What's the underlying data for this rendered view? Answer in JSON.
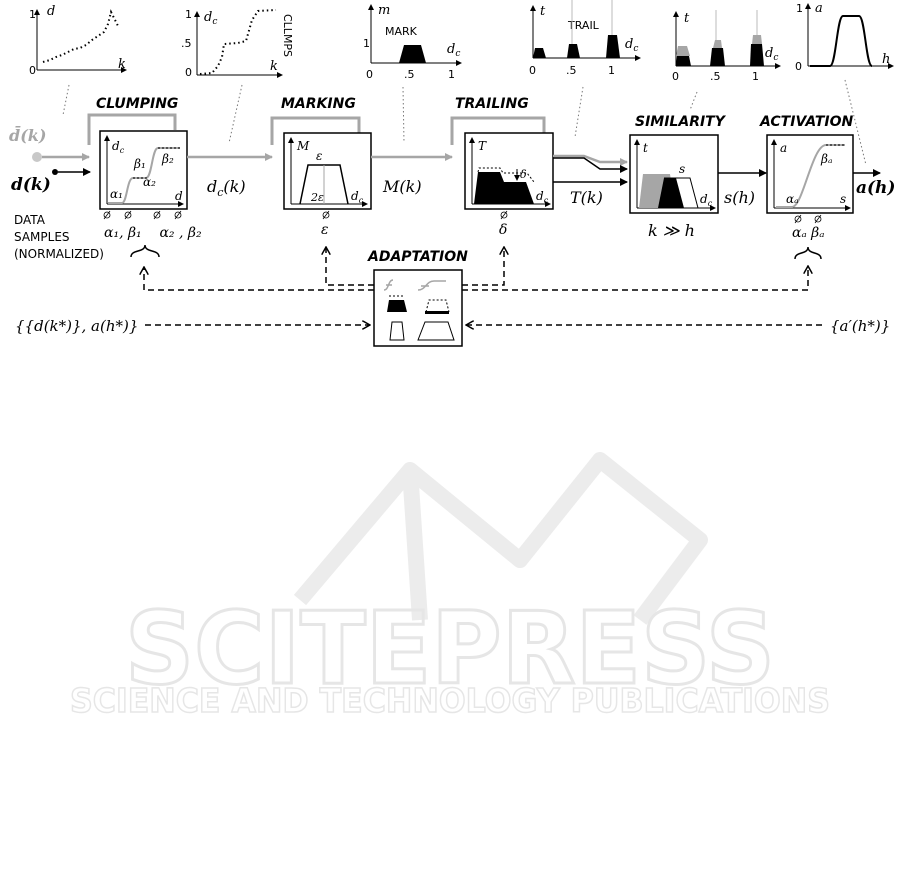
{
  "stages": {
    "clumping": "CLUMPING",
    "marking": "MARKING",
    "trailing": "TRAILING",
    "similarity": "SIMILARITY",
    "activation": "ACTIVATION",
    "adaptation": "ADAPTATION"
  },
  "signals": {
    "d_bar": "d̄(k)",
    "d": "d(k)",
    "dc": "d",
    "dc_sub": "c",
    "dc_arg": "(k)",
    "M": "M(k)",
    "T": "T(k)",
    "s": "s(h)",
    "a": "a(h)",
    "k_gg_h": "k ≫ h"
  },
  "data_samples": [
    "DATA",
    "SAMPLES",
    "(NORMALIZED)"
  ],
  "feedback": {
    "left": "{{d(k*)}, a(h*)}",
    "right": "{a′(h*)}"
  },
  "params": {
    "clumping": "α₁, β₁    α₂ , β₂",
    "marking": "ε",
    "trailing": "δ",
    "activation": "αₐ βₐ"
  },
  "mini_plots": {
    "p1": {
      "y": "d",
      "x": "k",
      "one": "1",
      "zero": "0"
    },
    "p2": {
      "y": "d",
      "y_sub": "c",
      "x": "k",
      "one": "1",
      "half": ".5",
      "zero": "0",
      "label": "CLLMPS"
    },
    "p3": {
      "y": "m",
      "x": "d",
      "x_sub": "c",
      "label": "MARK",
      "ticks": [
        "0",
        ".5",
        "1"
      ],
      "one": "1"
    },
    "p4": {
      "y": "t",
      "x": "d",
      "x_sub": "c",
      "label": "TRAIL",
      "ticks": [
        "0",
        ".5",
        "1"
      ]
    },
    "p5": {
      "y": "t",
      "x": "d",
      "x_sub": "c",
      "ticks": [
        "0",
        ".5",
        "1"
      ]
    },
    "p6": {
      "y": "a",
      "x": "h",
      "one": "1",
      "zero": "0"
    }
  },
  "block_labels": {
    "clumping": {
      "y": "d",
      "y_sub": "c",
      "x": "d",
      "b1": "β₁",
      "b2": "β₂",
      "a1": "α₁",
      "a2": "α₂"
    },
    "marking": {
      "y": "M",
      "eps": "ε",
      "two_eps": "2ε",
      "x": "d",
      "x_sub": "c"
    },
    "trailing": {
      "y": "T",
      "delta": "δ",
      "x": "d",
      "x_sub": "c"
    },
    "similarity": {
      "y": "t",
      "s": "s",
      "x": "d",
      "x_sub": "c"
    },
    "activation": {
      "y": "a",
      "ba": "βₐ",
      "aa": "αₐ",
      "x": "s"
    }
  },
  "watermark": {
    "title": "SCITEPRESS",
    "subtitle": "SCIENCE AND TECHNOLOGY PUBLICATIONS"
  },
  "colors": {
    "ink": "#000000",
    "gray": "#a6a6a6",
    "watermark": "#eeeeee"
  }
}
